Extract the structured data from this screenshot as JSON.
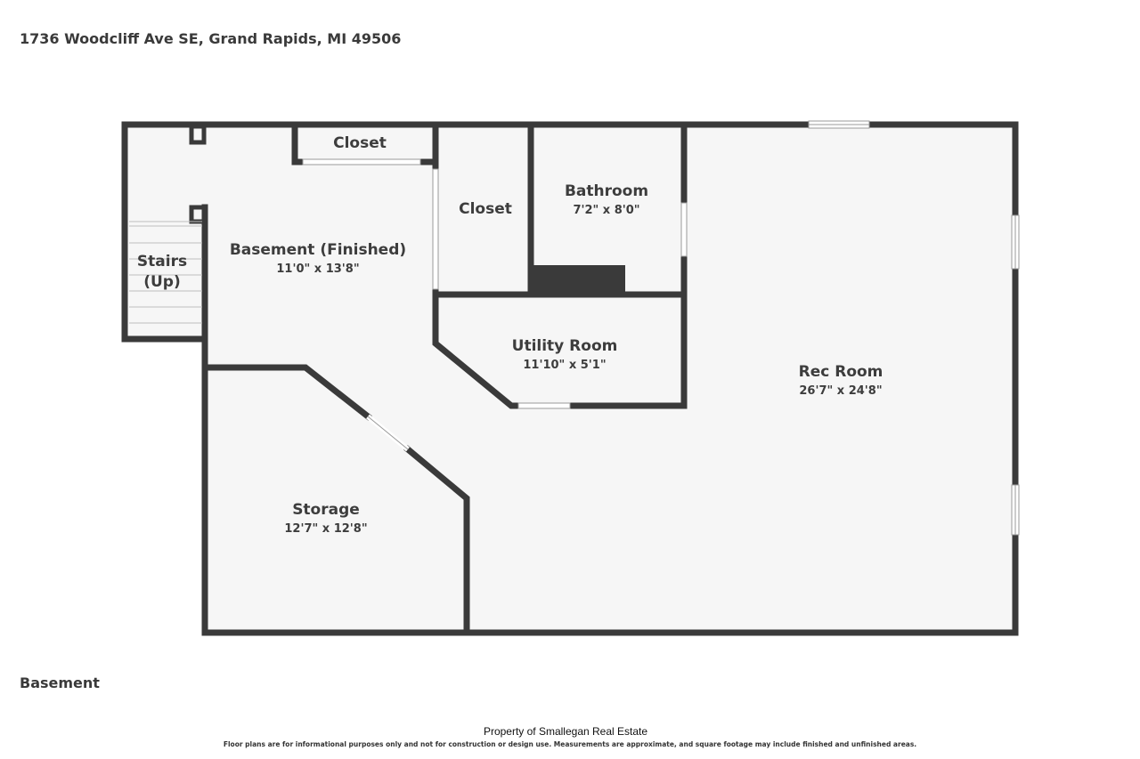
{
  "address": "1736 Woodcliff Ave SE, Grand Rapids, MI 49506",
  "floor": "Basement",
  "footer": {
    "property": "Property of Smallegan Real Estate",
    "disclaimer": "Floor plans are for informational purposes only and not for construction or design use. Measurements are approximate, and square footage may include finished and unfinished areas."
  },
  "rooms": {
    "closet_top": {
      "name": "Closet"
    },
    "closet_mid": {
      "name": "Closet"
    },
    "bathroom": {
      "name": "Bathroom",
      "dims": "7'2\" x 8'0\""
    },
    "stairs": {
      "line1": "Stairs",
      "line2": "(Up)"
    },
    "basement": {
      "name": "Basement (Finished)",
      "dims": "11'0\" x 13'8\""
    },
    "utility": {
      "name": "Utility Room",
      "dims": "11'10\" x 5'1\""
    },
    "rec": {
      "name": "Rec Room",
      "dims": "26'7\" x 24'8\""
    },
    "storage": {
      "name": "Storage",
      "dims": "12'7\" x 12'8\""
    }
  },
  "colors": {
    "wall": "#3a3a3a",
    "floor": "#f6f6f6",
    "background": "#ffffff"
  }
}
